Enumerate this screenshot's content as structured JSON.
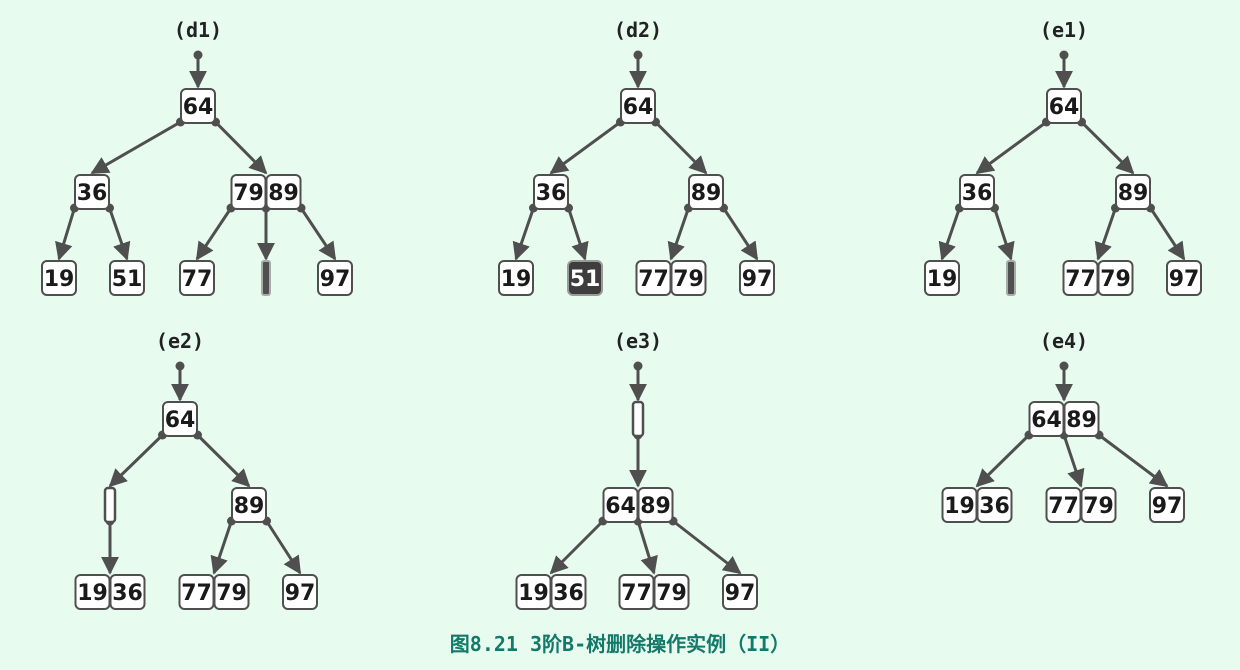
{
  "caption": "图8.21  3阶B-树删除操作实例（II）",
  "colors": {
    "background": "#e8fbef",
    "edge": "#4f4f4f",
    "node_fill": "#ffffff",
    "node_stroke": "#4f4f4f",
    "highlight_fill": "#3d3d3d",
    "empty_fill": "#505050",
    "caption": "#137a6a"
  },
  "panels": [
    {
      "label": "(d1)",
      "root_keys": [
        "64"
      ],
      "level2": [
        {
          "keys": [
            "36"
          ]
        },
        {
          "keys": [
            "79",
            "89"
          ]
        }
      ],
      "leaves": [
        {
          "keys": [
            "19"
          ]
        },
        {
          "keys": [
            "51"
          ]
        },
        {
          "keys": [
            "77"
          ]
        },
        {
          "keys": [],
          "state": "empty"
        },
        {
          "keys": [
            "97"
          ]
        }
      ]
    },
    {
      "label": "(d2)",
      "root_keys": [
        "64"
      ],
      "level2": [
        {
          "keys": [
            "36"
          ]
        },
        {
          "keys": [
            "89"
          ]
        }
      ],
      "leaves": [
        {
          "keys": [
            "19"
          ]
        },
        {
          "keys": [
            "51"
          ],
          "state": "highlight"
        },
        {
          "keys": [
            "77",
            "79"
          ]
        },
        {
          "keys": [
            "97"
          ]
        }
      ]
    },
    {
      "label": "(e1)",
      "root_keys": [
        "64"
      ],
      "level2": [
        {
          "keys": [
            "36"
          ]
        },
        {
          "keys": [
            "89"
          ]
        }
      ],
      "leaves": [
        {
          "keys": [
            "19"
          ]
        },
        {
          "keys": [],
          "state": "empty"
        },
        {
          "keys": [
            "77",
            "79"
          ]
        },
        {
          "keys": [
            "97"
          ]
        }
      ]
    },
    {
      "label": "(e2)",
      "root_keys": [
        "64"
      ],
      "level2": [
        {
          "keys": [],
          "state": "hollow"
        },
        {
          "keys": [
            "89"
          ]
        }
      ],
      "leaves": [
        {
          "keys": [
            "19",
            "36"
          ]
        },
        {
          "keys": [
            "77",
            "79"
          ]
        },
        {
          "keys": [
            "97"
          ]
        }
      ]
    },
    {
      "label": "(e3)",
      "root_keys": [],
      "root_state": "hollow",
      "level2": [
        {
          "keys": [
            "64",
            "89"
          ]
        }
      ],
      "leaves": [
        {
          "keys": [
            "19",
            "36"
          ]
        },
        {
          "keys": [
            "77",
            "79"
          ]
        },
        {
          "keys": [
            "97"
          ]
        }
      ]
    },
    {
      "label": "(e4)",
      "root_keys": [
        "64",
        "89"
      ],
      "level2": [],
      "leaves": [
        {
          "keys": [
            "19",
            "36"
          ]
        },
        {
          "keys": [
            "77",
            "79"
          ]
        },
        {
          "keys": [
            "97"
          ]
        }
      ]
    }
  ]
}
